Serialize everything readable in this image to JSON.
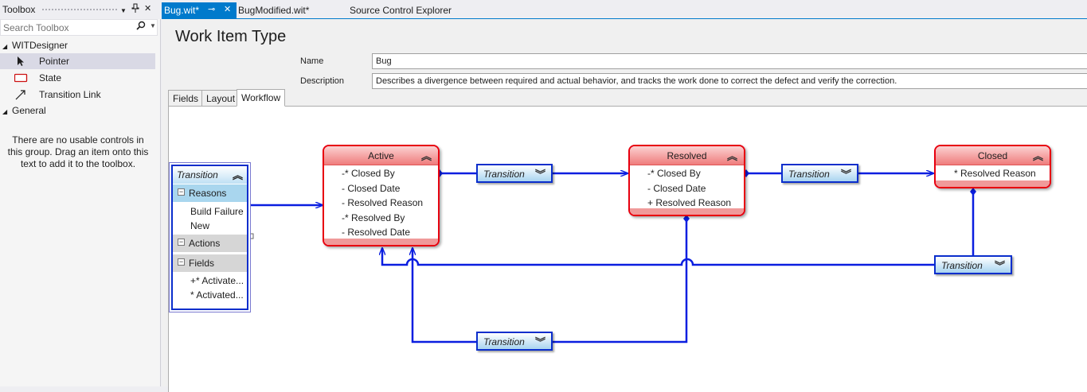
{
  "toolbox": {
    "title": "Toolbox",
    "header_buttons": {
      "dropdown": "▼",
      "pin": "⊥",
      "close": "✕"
    },
    "search_placeholder": "Search Toolbox",
    "groups": [
      {
        "name": "WITDesigner",
        "expanded": true,
        "items": [
          {
            "label": "Pointer",
            "icon": "pointer-icon",
            "selected": true
          },
          {
            "label": "State",
            "icon": "state-icon"
          },
          {
            "label": "Transition Link",
            "icon": "transition-link-icon"
          }
        ]
      },
      {
        "name": "General",
        "expanded": true,
        "empty_message": "There are no usable controls in this group. Drag an item onto this text to add it to the toolbox."
      }
    ]
  },
  "tabs": [
    {
      "label": "Bug.wit*",
      "active": true
    },
    {
      "label": "BugModified.wit*"
    },
    {
      "label": "Source Control Explorer"
    }
  ],
  "editor": {
    "title": "Work Item Type",
    "name_label": "Name",
    "name_value": "Bug",
    "description_label": "Description",
    "description_value": "Describes a divergence between required and actual behavior, and tracks the work done to correct the defect and verify the correction.",
    "subtabs": [
      "Fields",
      "Layout",
      "Workflow"
    ],
    "active_subtab": "Workflow"
  },
  "workflow": {
    "states": [
      {
        "name": "Active",
        "fields": [
          "-* Closed By",
          "- Closed Date",
          "- Resolved Reason",
          "-* Resolved By",
          "- Resolved Date"
        ]
      },
      {
        "name": "Resolved",
        "fields": [
          "-* Closed By",
          "- Closed Date",
          "+ Resolved Reason"
        ]
      },
      {
        "name": "Closed",
        "fields": [
          "* Resolved Reason"
        ]
      }
    ],
    "transition_label": "Transition",
    "expanded_transition": {
      "title": "Transition",
      "sections": {
        "reasons": {
          "label": "Reasons",
          "items": [
            "Build Failure",
            "New"
          ]
        },
        "actions": {
          "label": "Actions"
        },
        "fields": {
          "label": "Fields",
          "items": [
            "+* Activate...",
            "* Activated..."
          ]
        }
      }
    }
  },
  "colors": {
    "accent": "#007acc",
    "state_border": "#e8000f",
    "transition_border": "#0a2ecc",
    "connector": "#0a1ee0"
  }
}
